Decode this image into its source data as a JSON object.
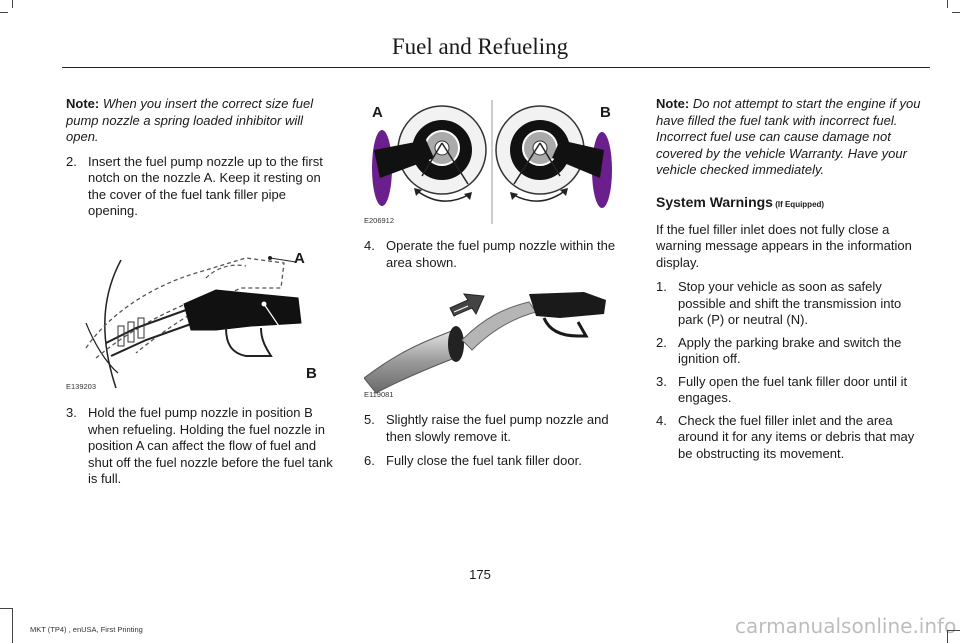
{
  "header": {
    "section_title": "Fuel and Refueling"
  },
  "col1": {
    "note_label": "Note:",
    "note_text": " When you insert the correct size fuel pump nozzle a spring loaded inhibitor will open.",
    "step2_num": "2.",
    "step2_text": "Insert the fuel pump nozzle up to the first notch on the nozzle A.  Keep it resting on the cover of the fuel tank filler pipe opening.",
    "figure": {
      "id": "E139203",
      "label_a": "A",
      "label_b": "B"
    },
    "step3_num": "3.",
    "step3_text": "Hold the fuel pump nozzle in position B when refueling.  Holding the fuel nozzle in position A can affect the flow of fuel and shut off the fuel nozzle before the fuel tank is full."
  },
  "col2": {
    "figure1": {
      "id": "E206912",
      "label_a": "A",
      "label_b": "B"
    },
    "step4_num": "4.",
    "step4_text": "Operate the fuel pump nozzle within the area shown.",
    "figure2": {
      "id": "E119081"
    },
    "step5_num": "5.",
    "step5_text": "Slightly raise the fuel pump nozzle and then slowly remove it.",
    "step6_num": "6.",
    "step6_text": "Fully close the fuel tank filler door."
  },
  "col3": {
    "note_label": "Note:",
    "note_text": "  Do not attempt to start the engine if you have filled the fuel tank with incorrect fuel.  Incorrect fuel use can cause damage not covered by the vehicle Warranty.  Have your vehicle checked immediately.",
    "heading": "System Warnings",
    "heading_small": " (If Equipped)",
    "intro": "If the fuel filler inlet does not fully close a warning message appears in the information display.",
    "steps": [
      {
        "num": "1.",
        "text": "Stop your vehicle as soon as safely possible and shift the transmission into park (P) or neutral (N)."
      },
      {
        "num": "2.",
        "text": "Apply the parking brake and switch the ignition off."
      },
      {
        "num": "3.",
        "text": "Fully open the fuel tank filler door until it engages."
      },
      {
        "num": "4.",
        "text": "Check the fuel filler inlet and the area around it for any items or debris that may be obstructing its movement."
      }
    ]
  },
  "footer": {
    "page_number": "175",
    "print_info": "MKT (TP4) , enUSA, First Printing",
    "watermark": "carmanualsonline.info"
  }
}
